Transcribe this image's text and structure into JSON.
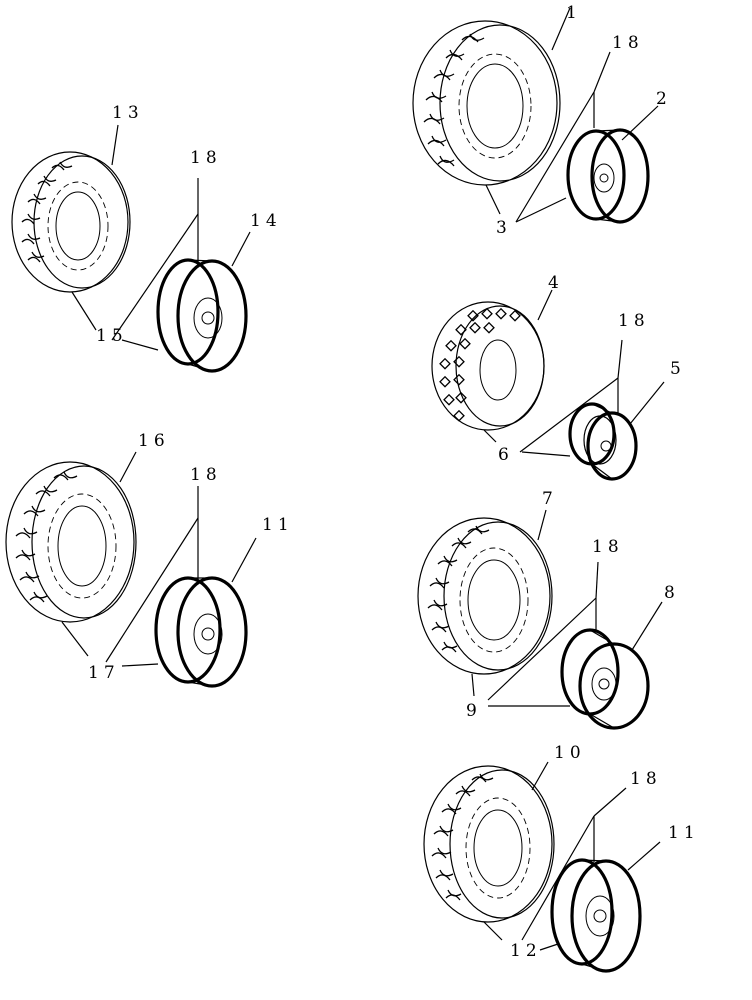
{
  "callouts": {
    "c1": "1",
    "c2": "2",
    "c3": "3",
    "c4": "4",
    "c5": "5",
    "c6": "6",
    "c7": "7",
    "c8": "8",
    "c9": "9",
    "c10": "10",
    "c11a": "11",
    "c11b": "11",
    "c12": "12",
    "c13": "13",
    "c14": "14",
    "c15": "15",
    "c16": "16",
    "c17": "17",
    "c18a": "18",
    "c18b": "18",
    "c18c": "18",
    "c18d": "18",
    "c18e": "18",
    "c18f": "18"
  }
}
